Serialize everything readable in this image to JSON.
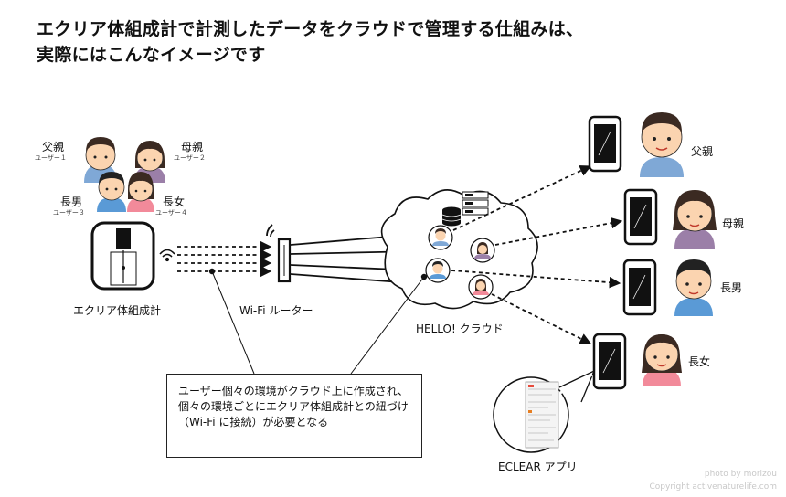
{
  "title": {
    "line1": "エクリア体組成計で計測したデータをクラウドで管理する仕組みは、",
    "line2": "実際にはこんなイメージです"
  },
  "users": [
    {
      "name": "父親",
      "tag": "ユーザー１"
    },
    {
      "name": "母親",
      "tag": "ユーザー２"
    },
    {
      "name": "長男",
      "tag": "ユーザー３"
    },
    {
      "name": "長女",
      "tag": "ユーザー４"
    }
  ],
  "devices": {
    "scale": "エクリア体組成計",
    "router": "Wi-Fi ルーター",
    "cloud": "HELLO! クラウド",
    "app": "ECLEAR アプリ"
  },
  "phones": [
    {
      "name": "父親"
    },
    {
      "name": "母親"
    },
    {
      "name": "長男"
    },
    {
      "name": "長女"
    }
  ],
  "note": "ユーザー個々の環境がクラウド上に作成され、個々の環境ごとにエクリア体組成計との紐づけ（Wi-Fi に接続）が必要となる",
  "credits": {
    "photo": "photo by morizou",
    "copyright": "Copyright activenaturelife.com"
  },
  "colors": {
    "line": "#111111",
    "skin": "#fbd4b0",
    "hair_dark": "#3b2a22",
    "father_shirt": "#7fa8d6",
    "mother_shirt": "#9b7fa8",
    "son_shirt": "#5a9ad6",
    "daughter_shirt": "#f28a9a"
  }
}
